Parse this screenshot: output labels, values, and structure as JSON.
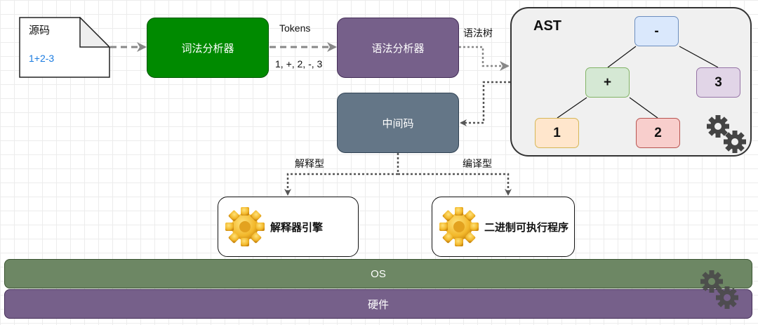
{
  "source_doc": {
    "title": "源码",
    "code": "1+2-3"
  },
  "lexer": {
    "label": "词法分析器"
  },
  "tokens": {
    "title": "Tokens",
    "values": "1, +, 2, -, 3"
  },
  "parser": {
    "label": "语法分析器"
  },
  "syntax_tree_label": "语法树",
  "ast": {
    "title": "AST",
    "nodes": {
      "root": "-",
      "plus": "+",
      "three": "3",
      "one": "1",
      "two": "2"
    }
  },
  "intermediate_code": {
    "label": "中间码"
  },
  "branches": {
    "interpreted": "解释型",
    "compiled": "编译型"
  },
  "interpreter_engine": {
    "label": "解释器引擎"
  },
  "binary_executable": {
    "label": "二进制可执行程序"
  },
  "layers": {
    "os": "OS",
    "hardware": "硬件"
  },
  "colors": {
    "lexer": "#008a00",
    "parser": "#76608a",
    "intermediate": "#647687",
    "os": "#6d8764",
    "hardware": "#76608a",
    "code_text": "#1a7be0"
  }
}
